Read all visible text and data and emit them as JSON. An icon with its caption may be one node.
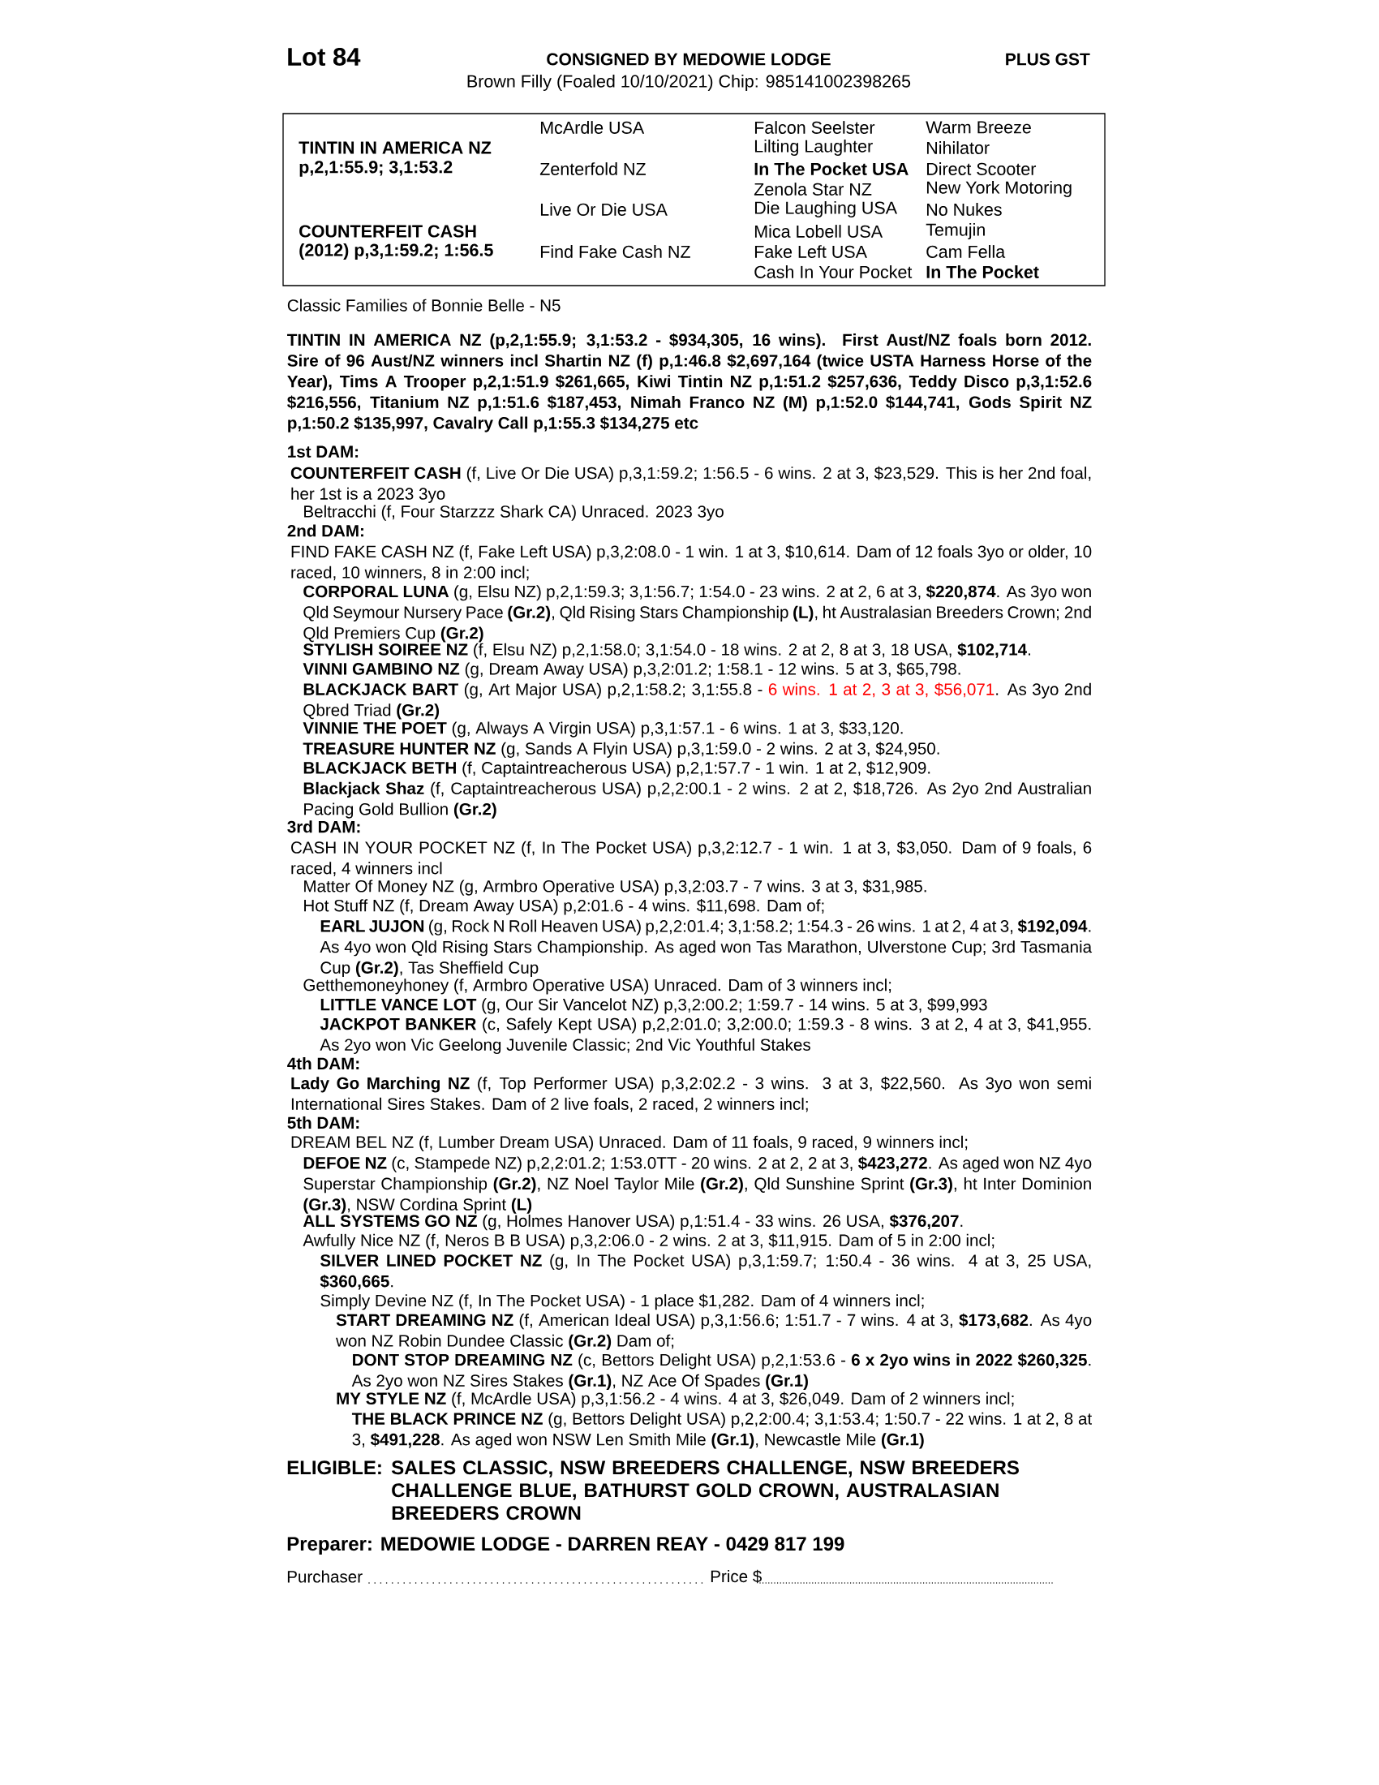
{
  "diagram": {
    "title": "Lot 84",
    "nodes": [
      {
        "text": [
          "McArdle USA",
          "Falcon Seelster",
          "Warm Breeze",
          "TINTIN IN AMERICA NZ",
          "Lilting Laughter",
          "Nihilator",
          "p,2,1:55.9; 3,1:53.2",
          "Zenterfold NZ",
          "In The Pocket USA",
          "Direct Scooter",
          "Zenola Star NZ",
          "New York Motoring",
          "Live Or Die USA",
          "Die Laughing USA",
          "No Nukes",
          "COUNTERFEIT CASH",
          "Mica Lobell USA",
          "Temujin",
          "(2012) p,3,1:59.2; 1:56.5",
          "Find Fake Cash NZ",
          "Fake Left USA",
          "Cam Fella",
          "Cash In Your Pocket",
          "In The Pocket"
        ]
      }
    ],
    "labels": [
      "CONSIGNED BY MEDOWIE LODGE",
      "PLUS GST",
      "Brown Filly (Foaled 10/10/2021) Chip: 985141002398265",
      "Classic Families of Bonnie Belle - N5",
      "TINTIN IN AMERICA NZ (p,2,1:55.9; 3,1:53.2 - $934,305, 16 wins). First Aust/NZ foals born 2012. Sire of 96 Aust/NZ winners incl Shartin NZ (f) p,1:46.8 $2,697,164 (twice USTA Harness Horse of the Year), Tims A Trooper p,2,1:51.9 $261,665, Kiwi Tintin NZ p,1:51.2 $257,636, Teddy Disco p,3,1:52.6 $216,556, Titanium NZ p,1:51.6 $187,453, Nimah Franco NZ (M) p,1:52.0 $144,741, Gods Spirit NZ p,1:50.2 $135,997, Cavalry Call p,1:55.3 $134,275 etc",
      "1st DAM:",
      "**COUNTERFEIT CASH** (f, Live Or Die USA) p,3,1:59.2; 1:56.5 - 6 wins. 2 at 3, $23,529. This is her 2nd foal, her 1st is a 2023 3yo",
      "Beltracchi (f, Four Starzzz Shark CA) Unraced. 2023 3yo",
      "2nd DAM:",
      "FIND FAKE CASH NZ (f, Fake Left USA) p,3,2:08.0 - 1 win. 1 at 3, $10,614. Dam of 12 foals 3yo or older, 10 raced, 10 winners, 8 in 2:00 incl;",
      "**CORPORAL LUNA** (g, Elsu NZ) p,2,1:59.3; 3,1:56.7; 1:54.0 - 23 wins. 2 at 2, 6 at 3, **$220,874**. As 3yo won Qld Seymour Nursery Pace **(Gr.2)**, Qld Rising Stars Championship **(L)**, ht Australasian Breeders Crown; 2nd Qld Premiers Cup **(Gr.2)**",
      "**STYLISH SOIREE NZ** (f, Elsu NZ) p,2,1:58.0; 3,1:54.0 - 18 wins. 2 at 2, 8 at 3, 18 USA, **$102,714**.",
      "**VINNI GAMBINO NZ** (g, Dream Away USA) p,3,2:01.2; 1:58.1 - 12 wins. 5 at 3, $65,798.",
      "**BLACKJACK BART** (g, Art Major USA) p,2,1:58.2; 3,1:55.8 -",
      "6 wins. 1 at 2, 3 at 3, $56,071",
      ". As 3yo 2nd Qbred Triad **(Gr.2)**",
      "**VINNIE THE POET** (g, Always A Virgin USA) p,3,1:57.1 - 6 wins. 1 at 3, $33,120.",
      "**TREASURE HUNTER NZ** (g, Sands A Flyin USA) p,3,1:59.0 - 2 wins. 2 at 3, $24,950.",
      "**BLACKJACK BETH** (f, Captaintreacherous USA) p,2,1:57.7 - 1 win. 1 at 2, $12,909.",
      "**Blackjack Shaz** (f, Captaintreacherous USA) p,2,2:00.1 - 2 wins. 2 at 2, $18,726. As 2yo 2nd Australian Pacing Gold Bullion **(Gr.2)**",
      "3rd DAM:",
      "CASH IN YOUR POCKET NZ (f, In The Pocket USA) p,3,2:12.7 - 1 win. 1 at 3, $3,050. Dam of 9 foals, 6 raced, 4 winners incl",
      "Matter Of Money NZ (g, Armbro Operative USA) p,3,2:03.7 - 7 wins. 3 at 3, $31,985.",
      "Hot Stuff NZ (f, Dream Away USA) p,2:01.6 - 4 wins. $11,698. Dam of;",
      "**EARL JUJON** (g, Rock N Roll Heaven USA) p,2,2:01.4; 3,1:58.2; 1:54.3 - 26 wins. 1 at 2, 4 at 3, **$192,094**. As 4yo won Qld Rising Stars Championship. As aged won Tas Marathon, Ulverstone Cup; 3rd Tasmania Cup **(Gr.2)**, Tas Sheffield Cup",
      "Getthemoneyhoney (f, Armbro Operative USA) Unraced. Dam of 3 winners incl;",
      "**LITTLE VANCE LOT** (g, Our Sir Vancelot NZ) p,3,2:00.2; 1:59.7 - 14 wins. 5 at 3, $99,993",
      "**JACKPOT BANKER** (c, Safely Kept USA) p,2,2:01.0; 3,2:00.0; 1:59.3 - 8 wins. 3 at 2, 4 at 3, $41,955. As 2yo won Vic Geelong Juvenile Classic; 2nd Vic Youthful Stakes",
      "4th DAM:",
      "**Lady Go Marching NZ** (f, Top Performer USA) p,3,2:02.2 - 3 wins. 3 at 3, $22,560. As 3yo won semi International Sires Stakes. Dam of 2 live foals, 2 raced, 2 winners incl;",
      "5th DAM:",
      "DREAM BEL NZ (f, Lumber Dream USA) Unraced. Dam of 11 foals, 9 raced, 9 winners incl;",
      "**DEFOE NZ** (c, Stampede NZ) p,2,2:01.2; 1:53.0TT - 20 wins. 2 at 2, 2 at 3, **$423,272**. As aged won NZ 4yo Superstar Championship **(Gr.2)**, NZ Noel Taylor Mile **(Gr.2)**, Qld Sunshine Sprint **(Gr.3)**, ht Inter Dominion **(Gr.3)**, NSW Cordina Sprint **(L)**",
      "**ALL SYSTEMS GO NZ** (g, Holmes Hanover USA) p,1:51.4 - 33 wins. 26 USA, **$376,207**.",
      "Awfully Nice NZ (f, Neros B B USA) p,3,2:06.0 - 2 wins. 2 at 3, $11,915. Dam of 5 in 2:00 incl;",
      "**SILVER LINED POCKET NZ** (g, In The Pocket USA) p,3,1:59.7; 1:50.4 - 36 wins. 4 at 3, 25 USA, **$360,665**.",
      "Simply Devine NZ (f, In The Pocket USA) - 1 place $1,282. Dam of 4 winners incl;",
      "**START DREAMING NZ** (f, American Ideal USA) p,3,1:56.6; 1:51.7 - 7 wins. 4 at 3, **$173,682**. As 4yo won NZ Robin Dundee Classic **(Gr.2)** Dam of;",
      "**DONT STOP DREAMING NZ** (c, Bettors Delight USA) p,2,1:53.6 - **6 x 2yo wins in 2022 $260,325**. As 2yo won NZ Sires Stakes **(Gr.1)**, NZ Ace Of Spades **(Gr.1)**",
      "**MY STYLE NZ** (f, McArdle USA) p,3,1:56.2 - 4 wins. 4 at 3, $26,049. Dam of 2 winners incl;",
      "**THE BLACK PRINCE NZ** (g, Bettors Delight USA) p,2,2:00.4; 3,1:53.4; 1:50.7 - 22 wins. 1 at 2, 8 at 3, **$491,228**. As aged won NSW Len Smith Mile **(Gr.1)**, Newcastle Mile **(Gr.1)**",
      "ELIGIBLE:",
      "SALES CLASSIC, NSW BREEDERS CHALLENGE, NSW BREEDERS CHALLENGE BLUE, BATHURST GOLD CROWN, AUSTRALASIAN BREEDERS CROWN",
      "Preparer: MEDOWIE LODGE - DARREN REAY - 0429 817 199",
      "Purchaser",
      "Price $"
    ]
  }
}
